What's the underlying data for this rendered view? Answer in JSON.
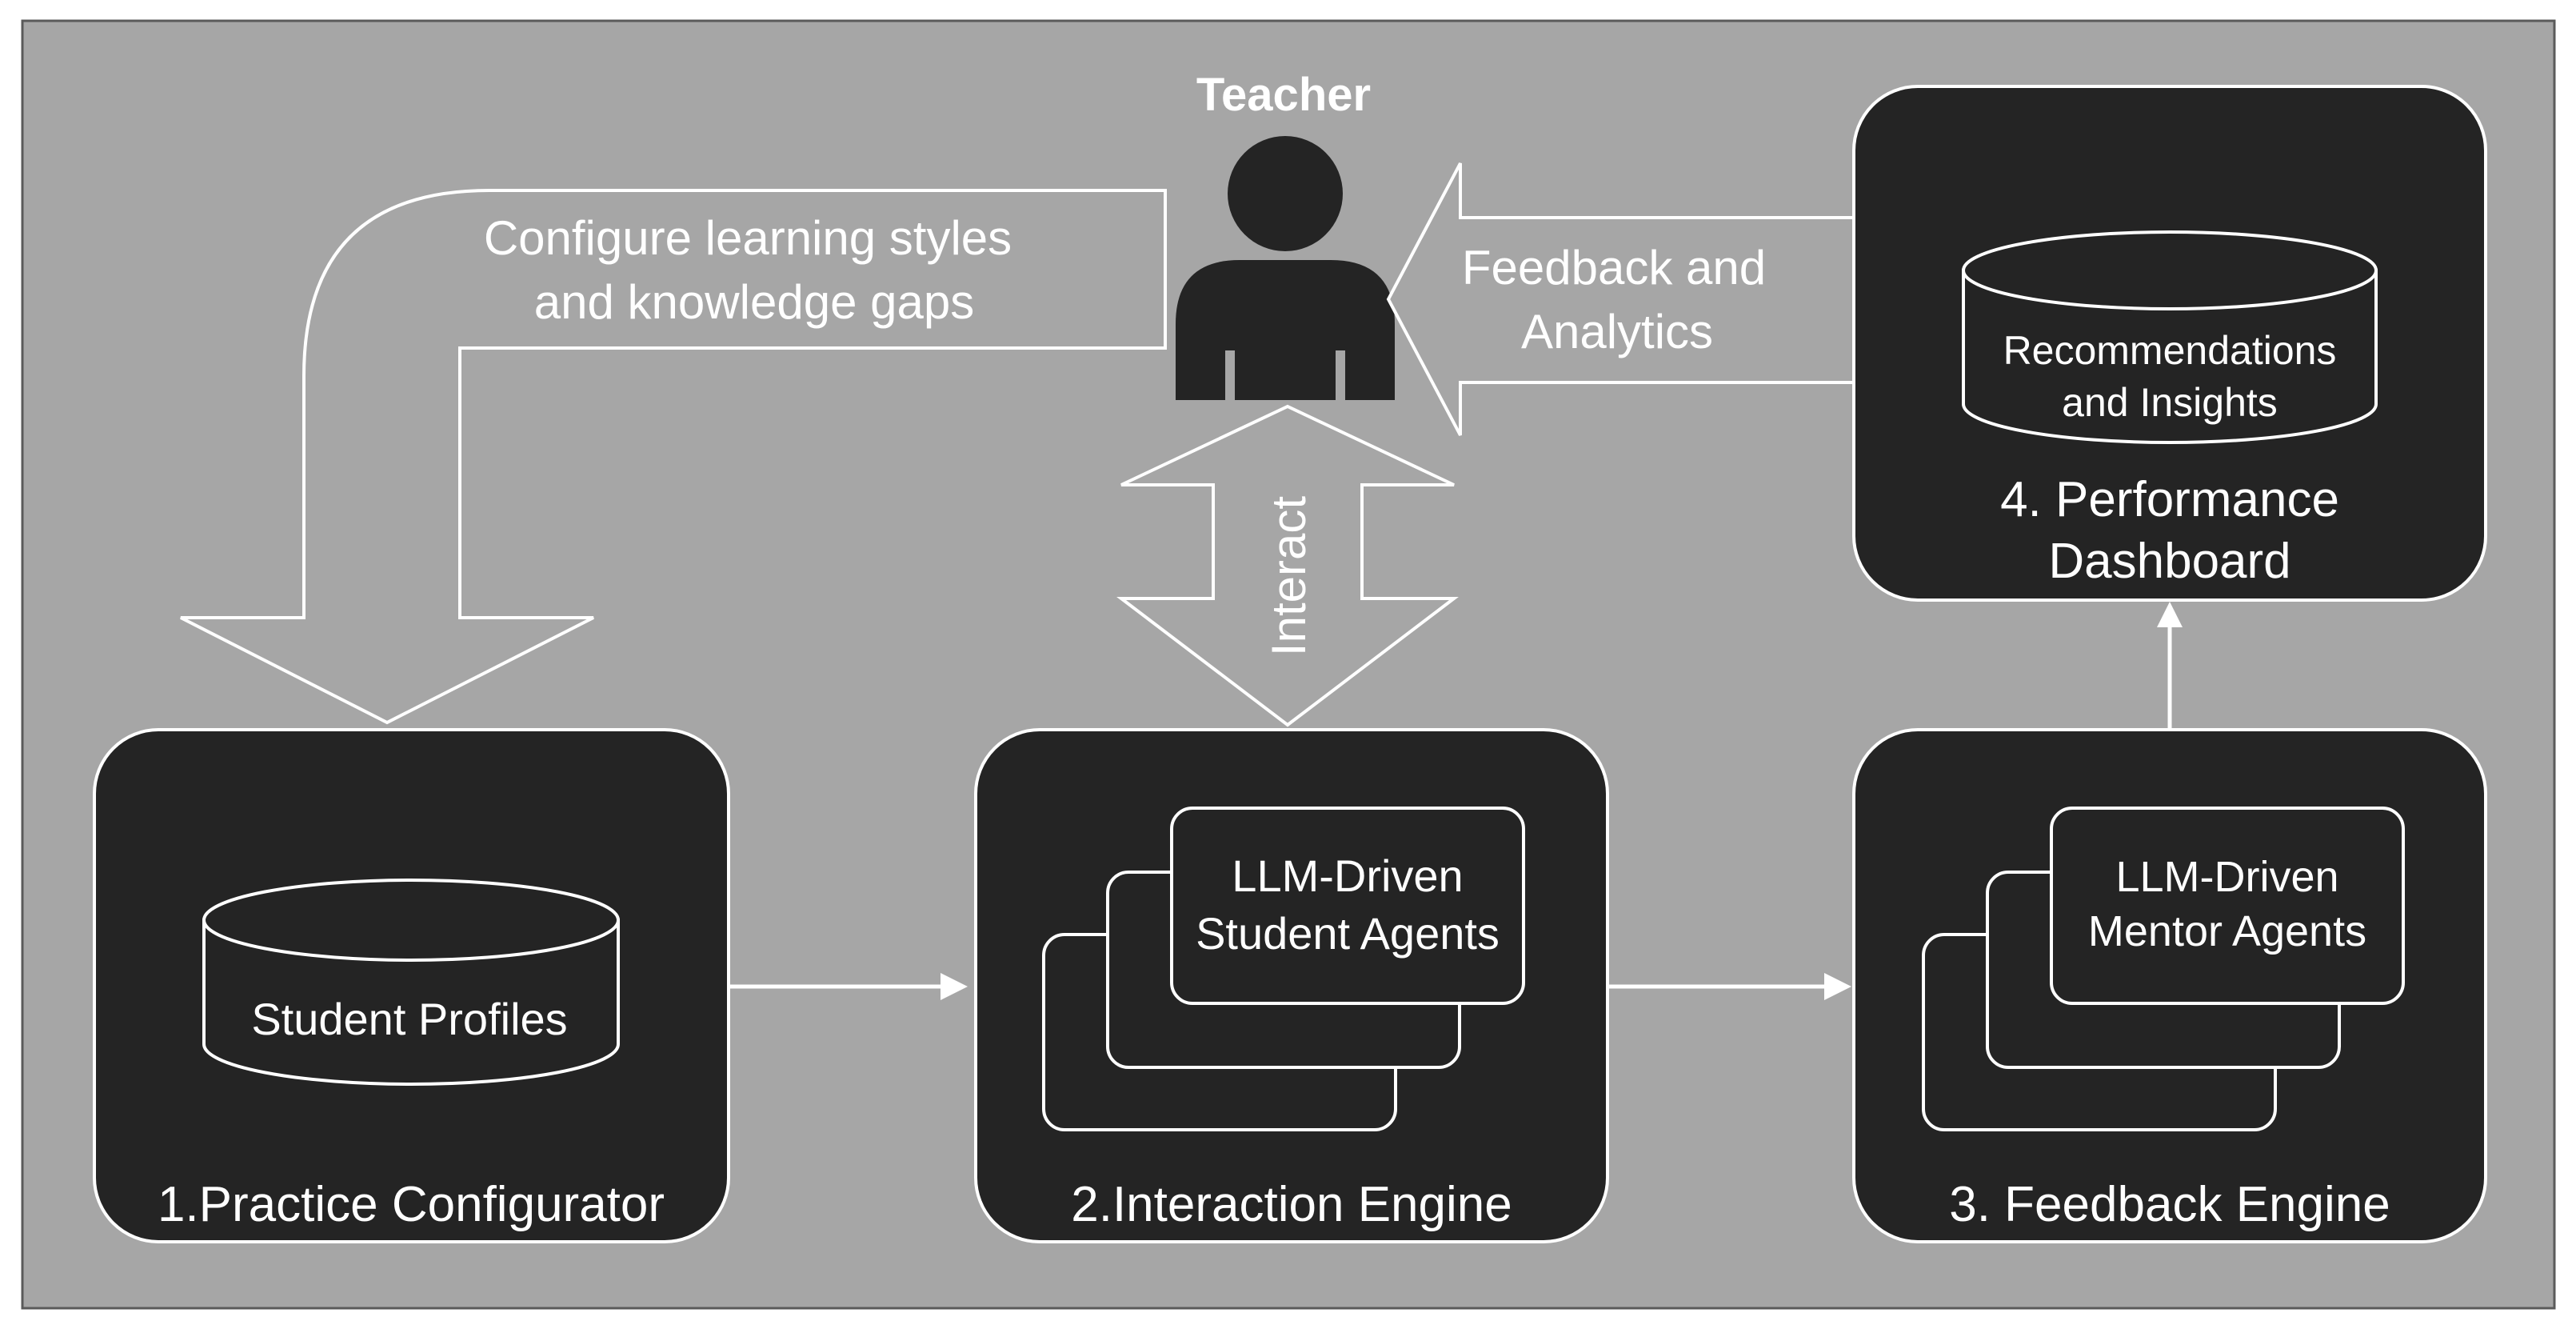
{
  "colors": {
    "canvas": "#a6a6a6",
    "box_fill": "#242424",
    "stroke": "#ffffff",
    "text": "#ffffff",
    "outer_border": "#5a5a5a"
  },
  "teacher": {
    "label": "Teacher",
    "icon": "person-icon"
  },
  "arrows": {
    "configure": {
      "line1": "Configure learning styles",
      "line2": "and knowledge gaps"
    },
    "feedback": {
      "line1": "Feedback and",
      "line2": "Analytics"
    },
    "interact": {
      "label": "Interact"
    }
  },
  "modules": {
    "practice": {
      "title": "1.Practice Configurator",
      "store_label": "Student Profiles"
    },
    "interaction": {
      "title": "2.Interaction Engine",
      "card_line1": "LLM-Driven",
      "card_line2": "Student Agents"
    },
    "feedback": {
      "title": "3. Feedback Engine",
      "card_line1": "LLM-Driven",
      "card_line2": "Mentor Agents"
    },
    "dashboard": {
      "title_line1": "4. Performance",
      "title_line2": "Dashboard",
      "store_line1": "Recommendations",
      "store_line2": "and Insights"
    }
  }
}
